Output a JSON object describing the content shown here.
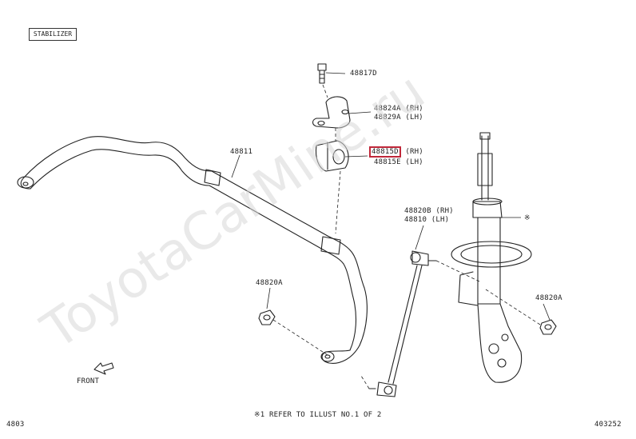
{
  "title": "STABILIZER",
  "parts": {
    "p48817D": "48817D",
    "p48824A": "48824A (RH)",
    "p48829A": "48829A (LH)",
    "p48815D": "48815D",
    "p48815D_suffix": "(RH)",
    "p48815E": "48815E (LH)",
    "p48811": "48811",
    "p48820B": "48820B (RH)",
    "p48810": "48810  (LH)",
    "p48820A_left": "48820A",
    "p48820A_right": "48820A",
    "ref_mark": "※"
  },
  "front_label": "FRONT",
  "footer": {
    "note": "※1 REFER TO ILLUST NO.1 OF 2",
    "left_code": "4803",
    "right_code": "403252"
  },
  "watermark": "ToyotaCarMine.ru",
  "colors": {
    "highlight": "#c0283a",
    "line": "#222222"
  }
}
